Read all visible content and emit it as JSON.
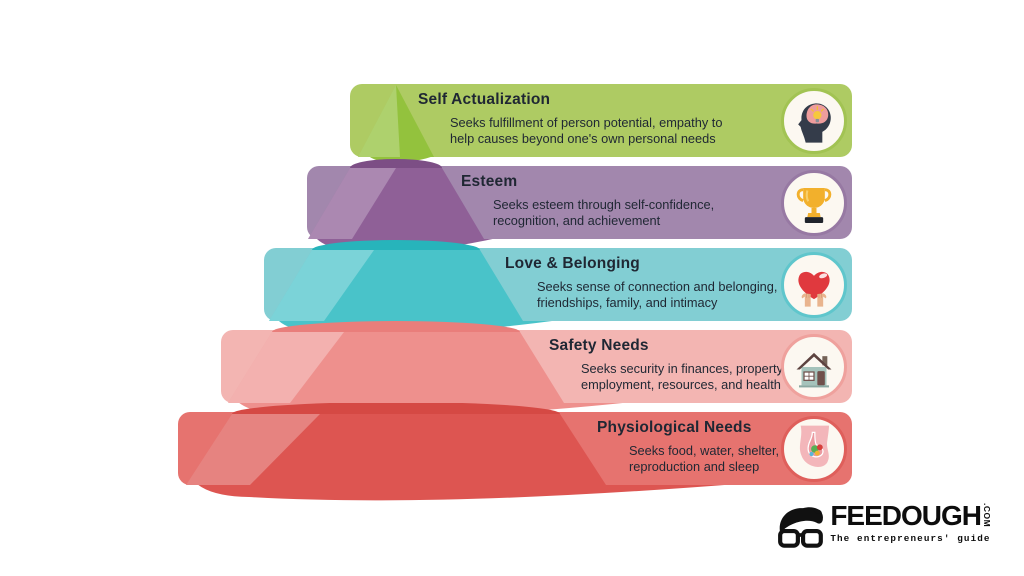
{
  "levels": [
    {
      "name": "Self Actualization",
      "description_line1": "Seeks fulfillment of person potential, empathy to",
      "description_line2": "help causes beyond one's own personal needs",
      "icon": "brain-idea-icon",
      "colors": {
        "bar": "#aecb63",
        "tier": "#93c23d",
        "crescent": "#85b534",
        "ring": "#a2c353"
      }
    },
    {
      "name": "Esteem",
      "description_line1": "Seeks esteem through self-confidence,",
      "description_line2": "recognition, and achievement",
      "icon": "trophy-icon",
      "colors": {
        "bar": "#a287ad",
        "tier": "#8f6097",
        "crescent": "#7c4e85",
        "ring": "#9779a3"
      }
    },
    {
      "name": "Love & Belonging",
      "description_line1": "Seeks sense of connection and belonging,",
      "description_line2": "friendships, family, and intimacy",
      "icon": "heart-in-hands-icon",
      "colors": {
        "bar": "#82ced3",
        "tier": "#49c3c9",
        "crescent": "#27b4bb",
        "ring": "#5fc6cc"
      }
    },
    {
      "name": "Safety Needs",
      "description_line1": "Seeks security in finances, property,",
      "description_line2": "employment, resources, and health",
      "icon": "house-icon",
      "colors": {
        "bar": "#f3b5b2",
        "tier": "#ee908d",
        "crescent": "#e97e7b",
        "ring": "#efa19d"
      }
    },
    {
      "name": "Physiological Needs",
      "description_line1": "Seeks food, water, shelter,",
      "description_line2": "reproduction and sleep",
      "icon": "stomach-food-icon",
      "colors": {
        "bar": "#e6736f",
        "tier": "#dd5551",
        "crescent": "#d54944",
        "ring": "#df5f5b"
      }
    }
  ],
  "logo": {
    "brand": "FEEDOUGH",
    "tld": ".COM",
    "tagline": "The entrepreneurs' guide"
  }
}
